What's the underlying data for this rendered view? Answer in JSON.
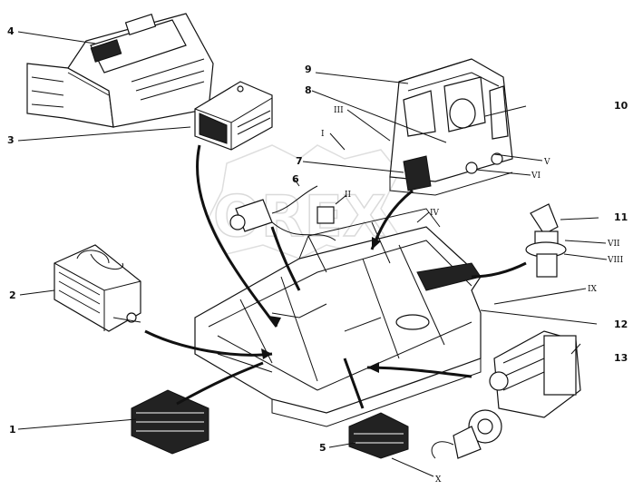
{
  "watermark": "OREX",
  "parts": [
    {
      "id": "1",
      "label": "1"
    },
    {
      "id": "2",
      "label": "2"
    },
    {
      "id": "3",
      "label": "3"
    },
    {
      "id": "4",
      "label": "4"
    },
    {
      "id": "5",
      "label": "5"
    },
    {
      "id": "6",
      "label": "6"
    },
    {
      "id": "7",
      "label": "7"
    },
    {
      "id": "8",
      "label": "8"
    },
    {
      "id": "9",
      "label": "9"
    },
    {
      "id": "10",
      "label": "10"
    },
    {
      "id": "11",
      "label": "11"
    },
    {
      "id": "12",
      "label": "12"
    },
    {
      "id": "13",
      "label": "13"
    }
  ],
  "views": [
    {
      "id": "I",
      "label": "I"
    },
    {
      "id": "II",
      "label": "II"
    },
    {
      "id": "III",
      "label": "III"
    },
    {
      "id": "IV",
      "label": "IV"
    },
    {
      "id": "V",
      "label": "V"
    },
    {
      "id": "VI",
      "label": "VI"
    },
    {
      "id": "VII",
      "label": "VII"
    },
    {
      "id": "VIII",
      "label": "VIII"
    },
    {
      "id": "IX",
      "label": "IX"
    },
    {
      "id": "X",
      "label": "X"
    }
  ]
}
